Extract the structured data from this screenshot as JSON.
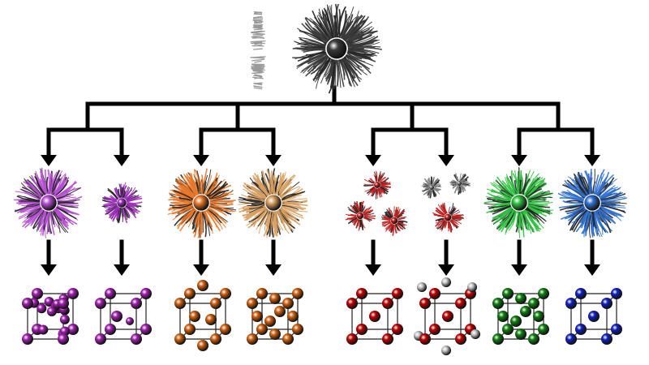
{
  "root": {
    "color": "#3a3a3a",
    "side_view_color": "#9a9a9a"
  },
  "branches": [
    {
      "color": "#b040c8",
      "children": [
        {
          "particle": {
            "color": "#b550d0",
            "size": "large"
          },
          "lattice": {
            "type": "complex",
            "color": "#a020b0"
          }
        },
        {
          "particle": {
            "color": "#a030c0",
            "size": "small"
          },
          "lattice": {
            "type": "hexagonal",
            "color": "#a020b0"
          }
        }
      ]
    },
    {
      "color": "#e07020",
      "children": [
        {
          "particle": {
            "color": "#e8782a",
            "size": "large"
          },
          "lattice": {
            "type": "hexagonal-close",
            "color": "#d06010"
          }
        },
        {
          "particle": {
            "color": "#d8a060",
            "size": "large"
          },
          "lattice": {
            "type": "cubic-face",
            "color": "#d06010"
          }
        }
      ]
    },
    {
      "color": "#c01818",
      "children": [
        {
          "particle": {
            "color": "#c02020",
            "size": "trio"
          },
          "lattice": {
            "type": "body-centered",
            "color": "#c00000"
          }
        },
        {
          "particle": {
            "color": "#c02020",
            "size": "mixed",
            "secondary_color": "#808080"
          },
          "lattice": {
            "type": "binary",
            "color": "#c00000",
            "secondary_color": "#c8c8c8"
          }
        }
      ]
    },
    {
      "color": "#20a030",
      "children": [
        {
          "particle": {
            "color": "#30c040",
            "size": "large"
          },
          "lattice": {
            "type": "face-centered",
            "color": "#108010"
          }
        },
        {
          "particle": {
            "color": "#3070d0",
            "size": "large"
          },
          "lattice": {
            "type": "body-centered-cubic",
            "color": "#1020c0"
          }
        }
      ]
    }
  ],
  "connector_color": "#000000"
}
